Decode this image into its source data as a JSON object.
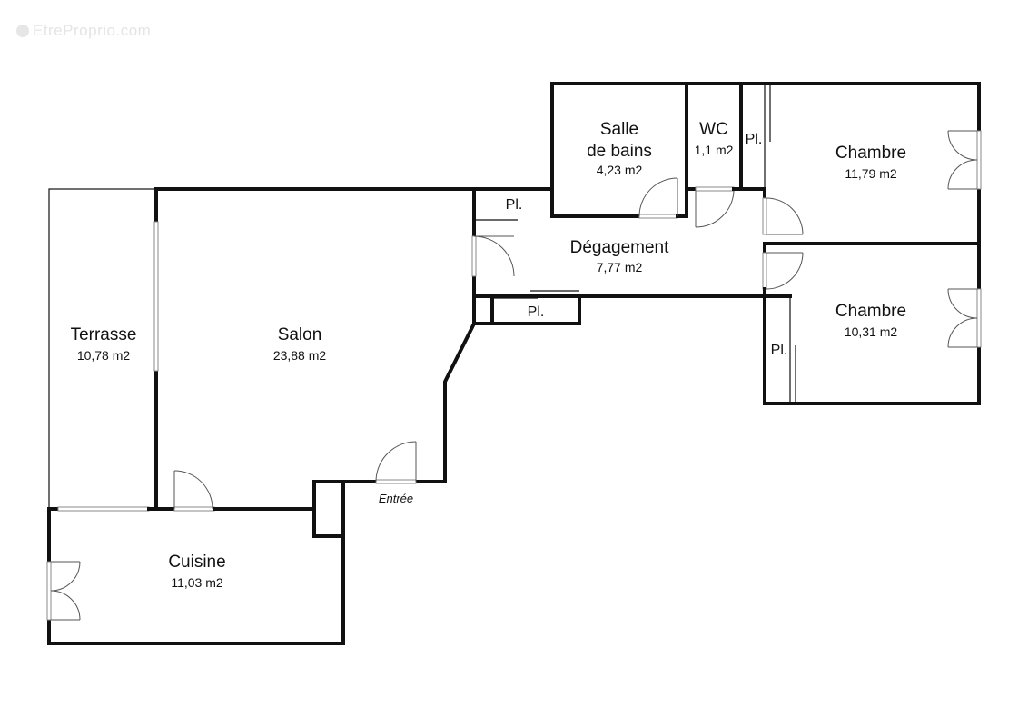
{
  "watermark": {
    "text": "EtreProprio.com",
    "icon": "logo-circle-icon"
  },
  "plan": {
    "rooms": [
      {
        "id": "terrasse",
        "name": "Terrasse",
        "area": "10,78 m2"
      },
      {
        "id": "salon",
        "name": "Salon",
        "area": "23,88 m2"
      },
      {
        "id": "cuisine",
        "name": "Cuisine",
        "area": "11,03 m2"
      },
      {
        "id": "salle-de-bains",
        "name_line1": "Salle",
        "name_line2": "de bains",
        "area": "4,23 m2"
      },
      {
        "id": "wc",
        "name": "WC",
        "area": "1,1 m2"
      },
      {
        "id": "degagement",
        "name": "Dégagement",
        "area": "7,77 m2"
      },
      {
        "id": "chambre-1",
        "name": "Chambre",
        "area": "11,79 m2"
      },
      {
        "id": "chambre-2",
        "name": "Chambre",
        "area": "10,31 m2"
      }
    ],
    "closets": [
      {
        "id": "pl-degagement-top",
        "label": "Pl."
      },
      {
        "id": "pl-degagement-bottom",
        "label": "Pl."
      },
      {
        "id": "pl-chambre-1",
        "label": "Pl."
      },
      {
        "id": "pl-chambre-2",
        "label": "Pl."
      }
    ],
    "entrance_label": "Entrée",
    "colors": {
      "wall": "#111111",
      "background": "#ffffff",
      "watermark": "#e4e4e4"
    }
  }
}
